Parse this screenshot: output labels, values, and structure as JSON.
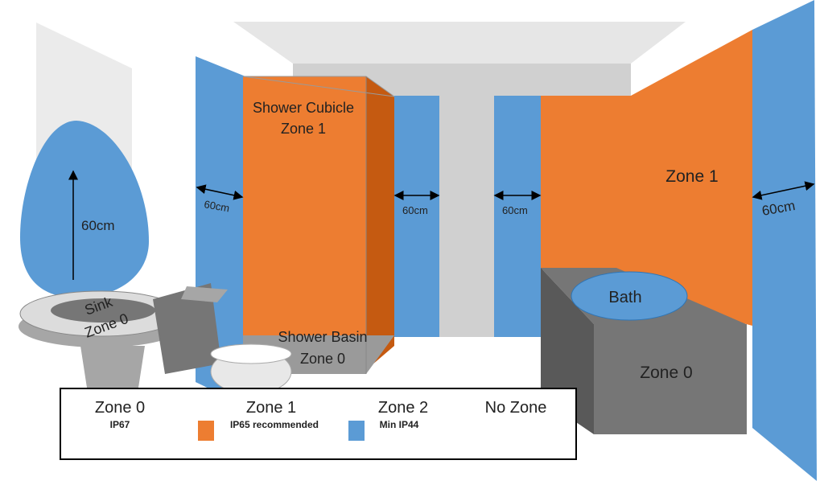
{
  "colors": {
    "zone0": "#707070",
    "zone1": "#ed7d31",
    "zone2": "#5b9bd5",
    "ceiling": "#d9d9d9"
  },
  "labels": {
    "shower_cubicle": "Shower Cubicle",
    "shower_cubicle_zone": "Zone 1",
    "shower_basin": "Shower Basin",
    "shower_basin_zone": "Zone 0",
    "sink": "Sink",
    "sink_zone": "Zone 0",
    "bath": "Bath",
    "bath_zone": "Zone 0",
    "wall_zone": "Zone 1",
    "mirror_height": "60cm",
    "dist_left_shower": "60cm",
    "dist_right_shower": "60cm",
    "dist_left_bath": "60cm",
    "dist_right_bath": "60cm"
  },
  "legend": {
    "zone0": {
      "title": "Zone 0",
      "rating": "IP67"
    },
    "zone1": {
      "title": "Zone 1",
      "rating": "IP65 recommended"
    },
    "zone2": {
      "title": "Zone 2",
      "rating": "Min IP44"
    },
    "nozone": {
      "title": "No Zone"
    }
  }
}
